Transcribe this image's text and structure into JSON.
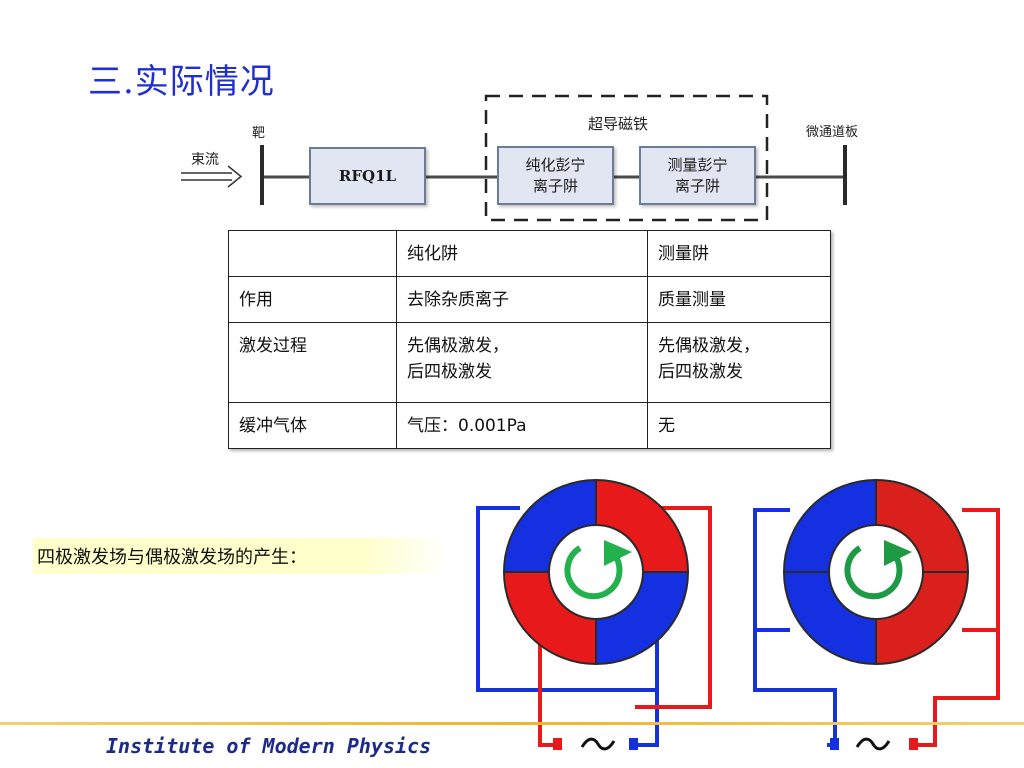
{
  "title": "三.实际情况",
  "diagram": {
    "target_label": "靶",
    "beam_label": "束流",
    "rfq_label": "RFQ1L",
    "magnet_label": "超导磁铁",
    "purify_trap_label": "纯化彭宁\n离子阱",
    "measure_trap_label": "测量彭宁\n离子阱",
    "mcp_label": "微通道板"
  },
  "table": {
    "header": [
      "",
      "纯化阱",
      "测量阱"
    ],
    "rows": [
      [
        "作用",
        "去除杂质离子",
        "质量测量"
      ],
      [
        "激发过程",
        "先偶极激发，\n后四极激发",
        "先偶极激发，\n后四极激发"
      ],
      [
        "缓冲气体",
        "气压：0.001Pa",
        "无"
      ]
    ]
  },
  "caption": "四极激发场与偶极激发场的产生：",
  "footer": "Institute of Modern Physics",
  "colors": {
    "title": "#1f2fd0",
    "electrode_red": "#e8191a",
    "electrode_blue": "#1530e0",
    "arrow_green": "#22b14c",
    "footer_line": "#f0b52a",
    "footer_text": "#1e2a8a"
  },
  "icons": {
    "ac_source": "tilde-ac-source-icon",
    "rotation": "circular-arrow-icon"
  }
}
